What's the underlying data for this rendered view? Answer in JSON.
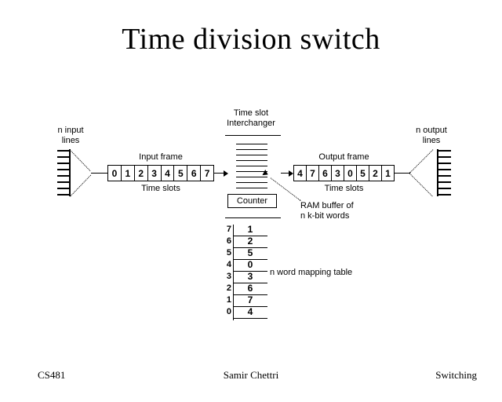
{
  "slide": {
    "title": "Time division switch",
    "background_color": "#ffffff",
    "ink_color": "#000000"
  },
  "input_side": {
    "lines_label_line1": "n input",
    "lines_label_line2": "lines",
    "line_count": 8,
    "frame_title": "Input frame",
    "frame_subtitle": "Time slots",
    "frame_cells": [
      "0",
      "1",
      "2",
      "3",
      "4",
      "5",
      "6",
      "7"
    ]
  },
  "tsi": {
    "title_line1": "Time slot",
    "title_line2": "Interchanger",
    "buffer_line_count": 9,
    "counter_label": "Counter",
    "ram_note_line1": "RAM buffer of",
    "ram_note_line2": "n k-bit words"
  },
  "mapping_table": {
    "label": "n word mapping table",
    "rows": [
      {
        "index": "7",
        "value": "1"
      },
      {
        "index": "6",
        "value": "2"
      },
      {
        "index": "5",
        "value": "5"
      },
      {
        "index": "4",
        "value": "0"
      },
      {
        "index": "3",
        "value": "3"
      },
      {
        "index": "2",
        "value": "6"
      },
      {
        "index": "1",
        "value": "7"
      },
      {
        "index": "0",
        "value": "4"
      }
    ]
  },
  "output_side": {
    "lines_label_line1": "n output",
    "lines_label_line2": "lines",
    "line_count": 8,
    "frame_title": "Output frame",
    "frame_subtitle": "Time slots",
    "frame_cells": [
      "4",
      "7",
      "6",
      "3",
      "0",
      "5",
      "2",
      "1"
    ]
  },
  "footer": {
    "left": "CS481",
    "center": "Samir Chettri",
    "right": "Switching"
  }
}
